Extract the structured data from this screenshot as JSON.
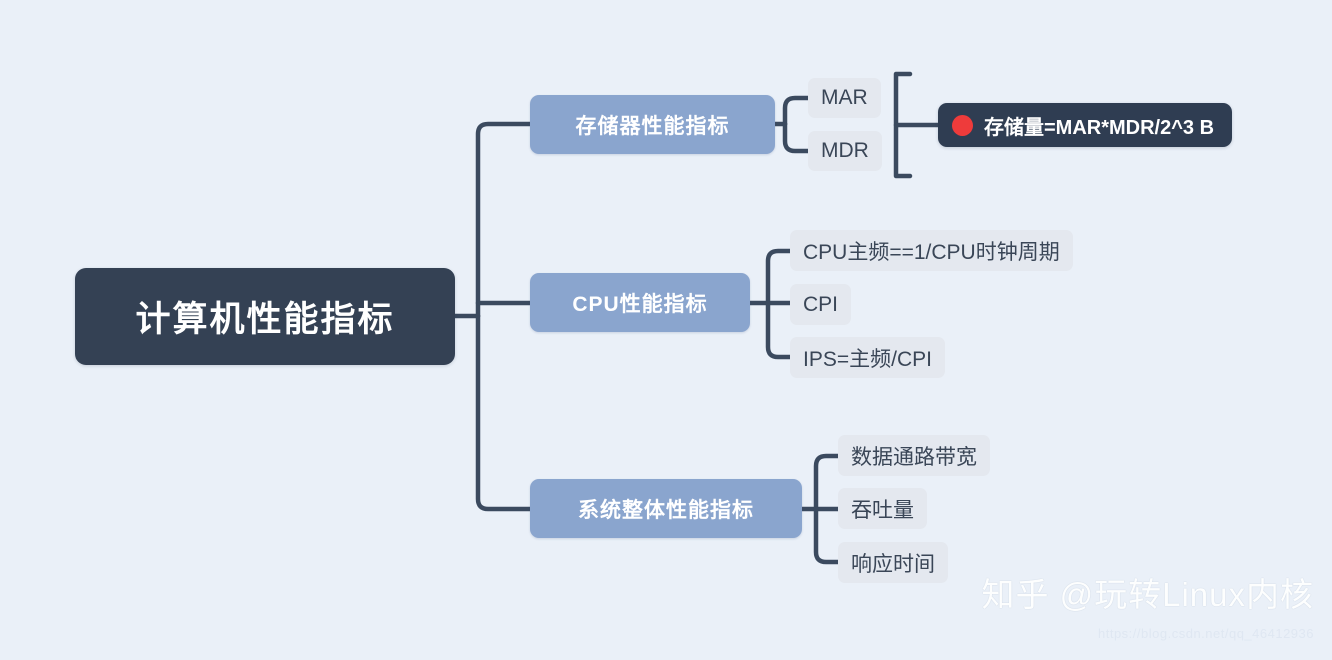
{
  "canvas": {
    "background_color": "#eaf0f8",
    "connector_color": "#3b4a5f"
  },
  "mindmap": {
    "root": {
      "label": "计算机性能指标",
      "color": "#344154",
      "text_color": "#ffffff"
    },
    "branches": [
      {
        "label": "存储器性能指标",
        "color": "#8aa5ce",
        "children": [
          {
            "label": "MAR"
          },
          {
            "label": "MDR"
          }
        ],
        "callout": {
          "icon": "red-dot-icon",
          "icon_color": "#ee3b3b",
          "label": "存储量=MAR*MDR/2^3 B",
          "color": "#2f3d52"
        }
      },
      {
        "label": "CPU性能指标",
        "color": "#8aa5ce",
        "children": [
          {
            "label": "CPU主频==1/CPU时钟周期"
          },
          {
            "label": "CPI"
          },
          {
            "label": "IPS=主频/CPI"
          }
        ]
      },
      {
        "label": "系统整体性能指标",
        "color": "#8aa5ce",
        "children": [
          {
            "label": "数据通路带宽"
          },
          {
            "label": "吞吐量"
          },
          {
            "label": "响应时间"
          }
        ]
      }
    ]
  },
  "watermark": {
    "text": "知乎 @玩转Linux内核",
    "url": "https://blog.csdn.net/qq_46412936"
  }
}
